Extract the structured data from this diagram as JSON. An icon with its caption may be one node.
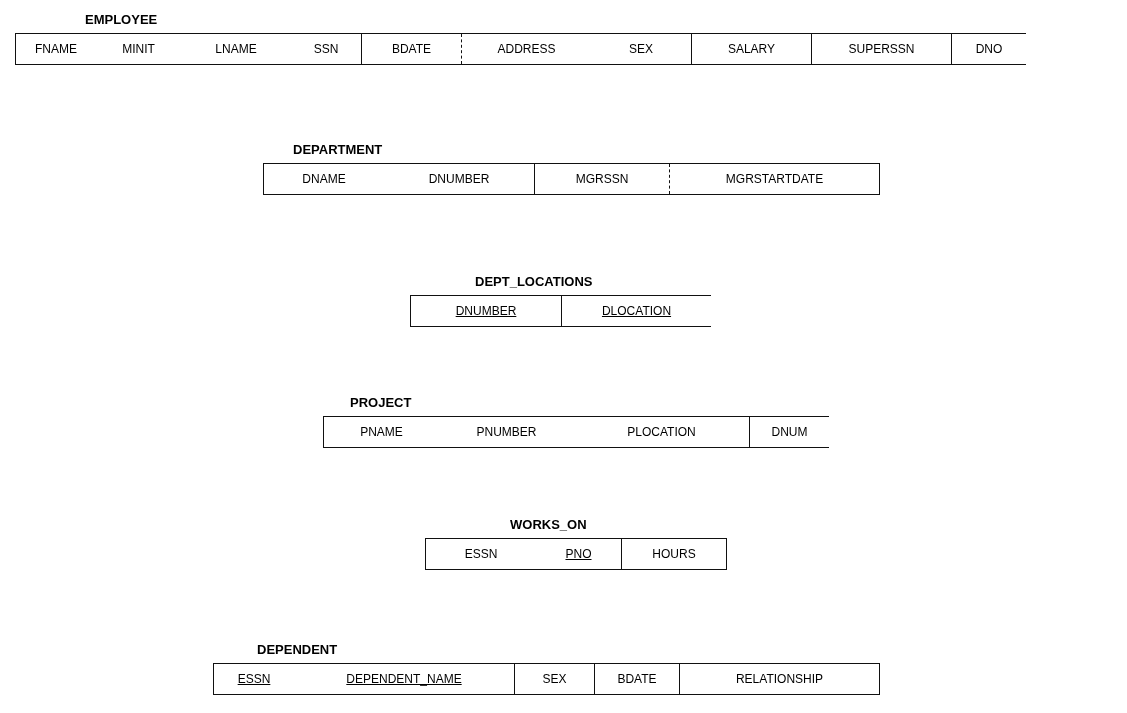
{
  "diagram": {
    "nodes": [
      {
        "text": [
          "EMPLOYEE"
        ]
      },
      {
        "text": [
          "FNAME"
        ],
        "in": 0
      },
      {
        "text": [
          "MINIT"
        ],
        "in": 0
      },
      {
        "text": [
          "LNAME"
        ],
        "in": 0
      },
      {
        "text": [
          "SSN"
        ],
        "in": 0
      },
      {
        "text": [
          "BDATE"
        ],
        "in": 0
      },
      {
        "text": [
          "ADDRESS"
        ],
        "in": 0
      },
      {
        "text": [
          "SEX"
        ],
        "in": 0
      },
      {
        "text": [
          "SALARY"
        ],
        "in": 0
      },
      {
        "text": [
          "SUPERSSN"
        ],
        "in": 0
      },
      {
        "text": [
          "DNO"
        ],
        "in": 0
      },
      {
        "text": [
          "DEPARTMENT"
        ]
      },
      {
        "text": [
          "DNAME"
        ],
        "in": 11
      },
      {
        "text": [
          "DNUMBER"
        ],
        "in": 11
      },
      {
        "text": [
          "MGRSSN"
        ],
        "in": 11
      },
      {
        "text": [
          "MGRSTARTDATE"
        ],
        "in": 11
      },
      {
        "text": [
          "DEPT_LOCATIONS"
        ]
      },
      {
        "text": [
          "DNUMBER"
        ],
        "in": 16
      },
      {
        "text": [
          "DLOCATION"
        ],
        "in": 16
      },
      {
        "text": [
          "PROJECT"
        ]
      },
      {
        "text": [
          "PNAME"
        ],
        "in": 19
      },
      {
        "text": [
          "PNUMBER"
        ],
        "in": 19
      },
      {
        "text": [
          "PLOCATION"
        ],
        "in": 19
      },
      {
        "text": [
          "DNUM"
        ],
        "in": 19
      },
      {
        "text": [
          "WORKS_ON"
        ]
      },
      {
        "text": [
          "ESSN"
        ],
        "in": 24
      },
      {
        "text": [
          "PNO"
        ],
        "in": 24
      },
      {
        "text": [
          "HOURS"
        ],
        "in": 24
      },
      {
        "text": [
          "DEPENDENT"
        ]
      },
      {
        "text": [
          "ESSN"
        ],
        "in": 28
      },
      {
        "text": [
          "DEPENDENT_NAME"
        ],
        "in": 28
      },
      {
        "text": [
          "SEX"
        ],
        "in": 28
      },
      {
        "text": [
          "BDATE"
        ],
        "in": 28
      },
      {
        "text": [
          "RELATIONSHIP"
        ],
        "in": 28
      }
    ]
  }
}
